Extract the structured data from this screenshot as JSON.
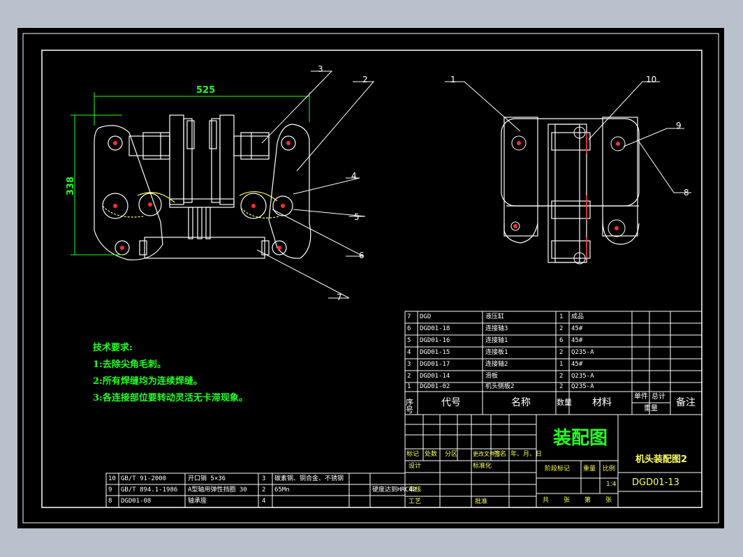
{
  "dimensions": {
    "width": "525",
    "height": "338"
  },
  "balloons": [
    "1",
    "2",
    "3",
    "4",
    "5",
    "6",
    "7",
    "8",
    "9",
    "10"
  ],
  "tech_requirements": {
    "title": "技术要求:",
    "items": [
      "1:去除尖角毛刺。",
      "2:所有焊缝均为连续焊缝。",
      "3:各连接部位要转动灵活无卡滞现象。"
    ]
  },
  "bom": {
    "rows": [
      {
        "no": "7",
        "code": "DGD",
        "name": "液压缸",
        "qty": "1",
        "material": "成品"
      },
      {
        "no": "6",
        "code": "DGD01-18",
        "name": "连接轴3",
        "qty": "2",
        "material": "45#"
      },
      {
        "no": "5",
        "code": "DGD01-16",
        "name": "连接轴1",
        "qty": "6",
        "material": "45#"
      },
      {
        "no": "4",
        "code": "DGD01-15",
        "name": "连接板1",
        "qty": "2",
        "material": "Q235-A"
      },
      {
        "no": "3",
        "code": "DGD01-17",
        "name": "连接轴2",
        "qty": "1",
        "material": "45#"
      },
      {
        "no": "2",
        "code": "DGD01-14",
        "name": "滑板",
        "qty": "2",
        "material": "Q235-A"
      },
      {
        "no": "1",
        "code": "DGD01-02",
        "name": "机头侧板2",
        "qty": "2",
        "material": "Q235-A"
      }
    ],
    "header": {
      "no": "序号",
      "code": "代号",
      "name": "名称",
      "qty": "数量",
      "material": "材料",
      "single": "单件",
      "total": "总计",
      "weight": "重量",
      "remark": "备注"
    }
  },
  "lower_bom": [
    {
      "no": "10",
      "code": "GB/T 91-2000",
      "name": "开口销 5×36",
      "qty": "3",
      "material": "碳素钢、铜合金、不锈钢"
    },
    {
      "no": "9",
      "code": "GB/T 894.1-1986",
      "name": "A型轴用弹性挡圈 30",
      "qty": "2",
      "material": "65Mn"
    },
    {
      "no": "8",
      "code": "DGD01-08",
      "name": "轴承座",
      "qty": "4",
      "material": ""
    }
  ],
  "lower_note": "硬度达到HRC42",
  "title_block": {
    "drawing_type": "装配图",
    "title": "机头装配图2",
    "code": "DGD01-13",
    "scale": "1:4",
    "rev_labels": [
      "标记",
      "处数",
      "分区",
      "更改文件号",
      "签名",
      "年、月、日"
    ],
    "design": "设计",
    "standard": "标准化",
    "stage": "阶段标记",
    "weight": "重量",
    "ratio": "比例",
    "review": "审核",
    "process": "工艺",
    "approve": "批准",
    "sheets": [
      "共",
      "张",
      "第",
      "张"
    ]
  }
}
